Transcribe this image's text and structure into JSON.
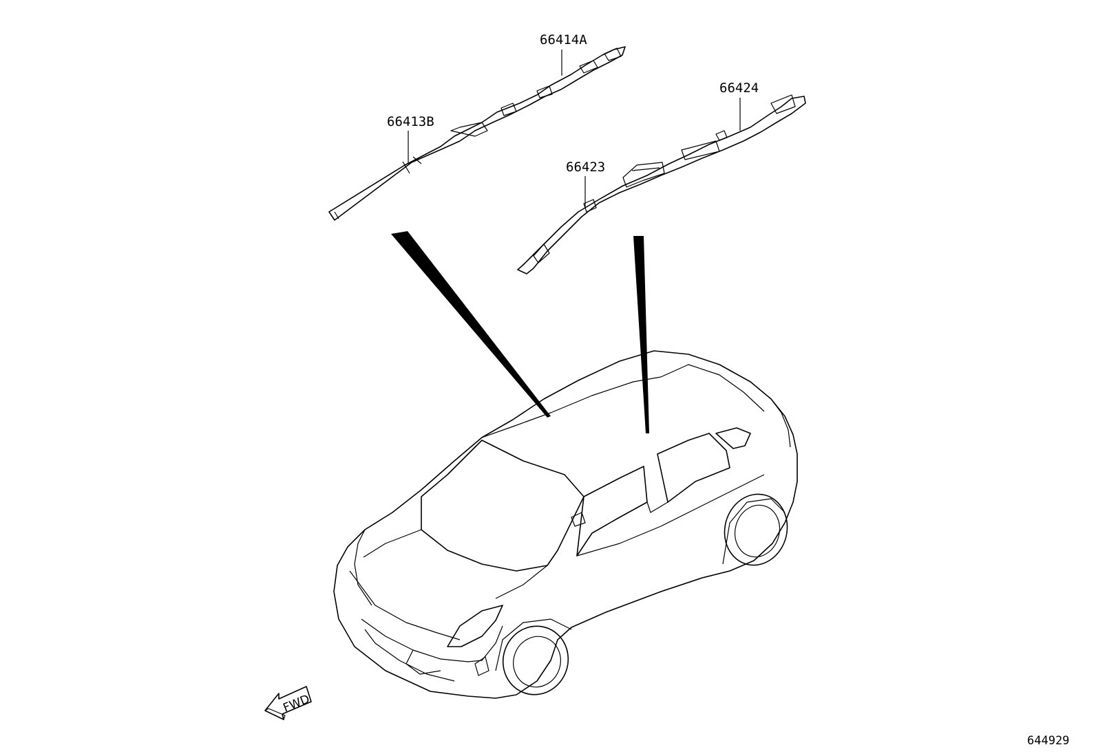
{
  "parts": {
    "p66414a": "66414A",
    "p66413b": "66413B",
    "p66424": "66424",
    "p66423": "66423"
  },
  "direction_arrow": "FWD",
  "figure_ref": "644929",
  "colors": {
    "line": "#000000",
    "background": "#ffffff"
  }
}
